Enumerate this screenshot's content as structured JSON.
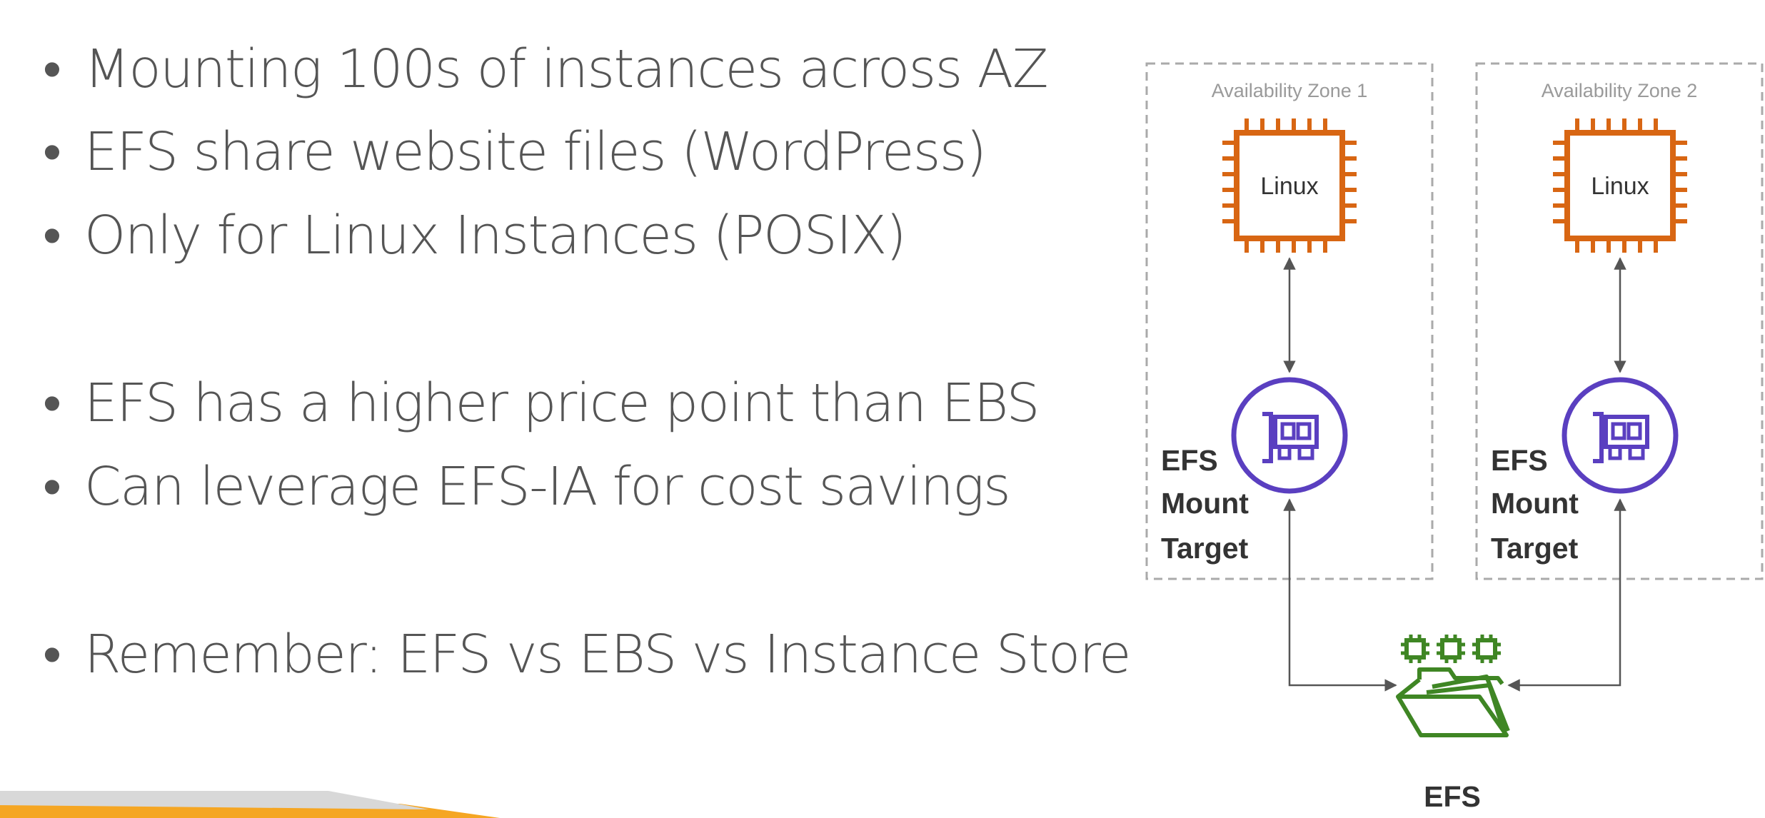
{
  "bullets": [
    "Mounting 100s of instances across AZ",
    "EFS share website files (WordPress)",
    "Only for Linux Instances (POSIX)",
    "EFS has a higher price point than EBS",
    "Can leverage EFS-IA for cost savings",
    "Remember: EFS vs EBS vs Instance Store"
  ],
  "diagram": {
    "zones": [
      {
        "label": "Availability Zone 1",
        "instance_label": "Linux",
        "mount_target_lines": [
          "EFS",
          "Mount",
          "Target"
        ]
      },
      {
        "label": "Availability Zone 2",
        "instance_label": "Linux",
        "mount_target_lines": [
          "EFS",
          "Mount",
          "Target"
        ]
      }
    ],
    "efs_label": "EFS",
    "colors": {
      "instance": "#d86613",
      "mount_target": "#5a3fc0",
      "efs": "#3f8624",
      "zone_border": "#aaaaaa",
      "arrow": "#555555"
    }
  },
  "theme": {
    "stripe_grey": "#d8d8d8",
    "stripe_orange": "#f5a623"
  }
}
